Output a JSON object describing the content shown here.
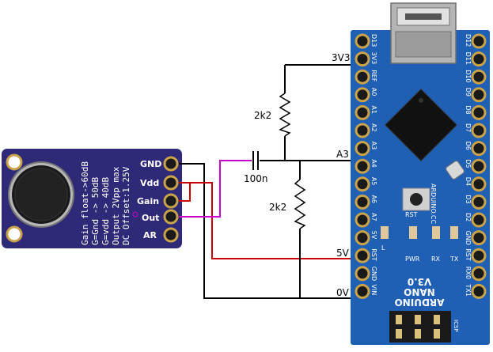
{
  "colors": {
    "background": "#ffffff",
    "wire_black": "#000000",
    "wire_red": "#cc0000",
    "wire_magenta": "#cc00cc",
    "mic_board": "#2f2a78",
    "arduino_board": "#1f5fb4",
    "pad_gold": "#c9a24a"
  },
  "mic_module": {
    "icon": "microphone-capsule-icon",
    "pins": [
      "GND",
      "Vdd",
      "Gain",
      "Out",
      "AR"
    ],
    "silkscreen": [
      "Gain float->60dB",
      "G=Gnd  -> 50dB",
      "G=vdd  -> 40dB",
      "Output 2Vpp max",
      "DC Offset:1.25V"
    ]
  },
  "circuit": {
    "capacitor_label": "100n",
    "resistor_top_label": "2k2",
    "resistor_bottom_label": "2k2",
    "net_labels": {
      "v33": "3V3",
      "a3": "A3",
      "v5": "5V",
      "gnd": "0V"
    }
  },
  "arduino": {
    "icon": "arduino-nano-board-icon",
    "left_pins": [
      "D13",
      "3V3",
      "REF",
      "A0",
      "A1",
      "A2",
      "A3",
      "A4",
      "A5",
      "A6",
      "A7",
      "5V",
      "RST",
      "GND",
      "VIN"
    ],
    "right_pins": [
      "D12",
      "D11",
      "D10",
      "D9",
      "D8",
      "D7",
      "D6",
      "D5",
      "D4",
      "D3",
      "D2",
      "GND",
      "RST",
      "RX0",
      "TX1"
    ],
    "led_labels": [
      "L",
      "PWR",
      "RX",
      "TX"
    ],
    "rst_label": "RST",
    "brand_text": "ARDUINO.CC",
    "name_lines": [
      "ARDUINO",
      "NANO",
      "V3.0"
    ],
    "icsp_label": "ICSP"
  }
}
